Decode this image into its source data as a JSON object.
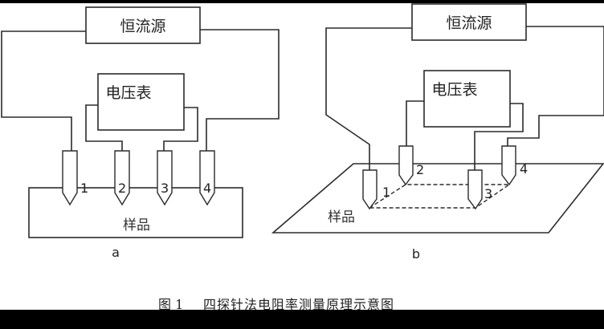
{
  "figure": {
    "caption_number": "图 1",
    "caption_title": "四探针法电阻率测量原理示意图"
  },
  "panel_a": {
    "label": "a",
    "current_source": "恒流源",
    "voltmeter": "电压表",
    "sample": "样品",
    "probes": [
      "1",
      "2",
      "3",
      "4"
    ]
  },
  "panel_b": {
    "label": "b",
    "current_source": "恒流源",
    "voltmeter": "电压表",
    "sample": "样品",
    "probes": [
      "1",
      "2",
      "3",
      "4"
    ]
  }
}
